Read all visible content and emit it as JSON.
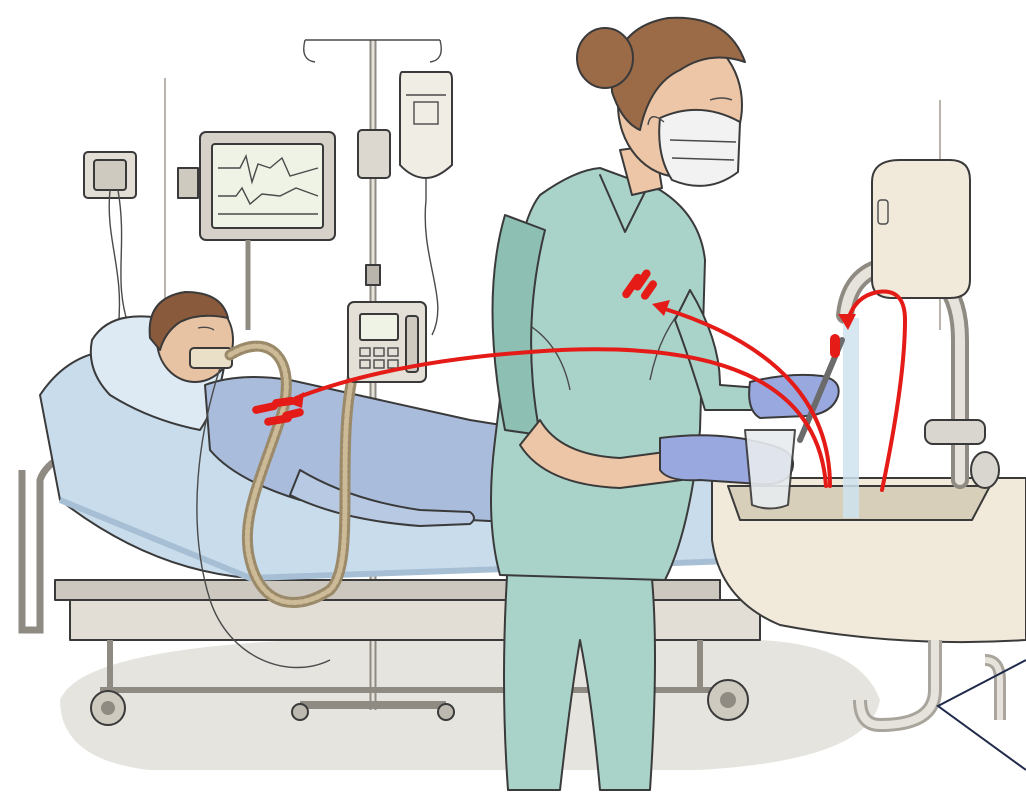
{
  "scene": {
    "colors": {
      "background": "#ffffff",
      "floor_shadow": "#e6e4df",
      "wall_line": "#b9b5ad",
      "metal": "#d9d6cf",
      "metal_dark": "#a9a59d",
      "bed_sheet": "#c8dcec",
      "pillow": "#dde9f3",
      "patient_gown": "#a9bcdc",
      "patient_skin": "#e8c3a3",
      "patient_hair": "#8a5a3c",
      "scrubs": "#a9d3c9",
      "scrubs_shade": "#8dbfb3",
      "nurse_skin": "#ecc6a6",
      "nurse_hair": "#9b6a47",
      "mask": "#f2f2f2",
      "gloves": "#9aa8e0",
      "sink": "#f1eadb",
      "sink_shade": "#d8cfbb",
      "water": "#cfe3ee",
      "monitor_screen": "#eef3e6",
      "contamination_red": "#e41b17",
      "callout_line": "#1f2a4a"
    },
    "icons": [
      "bacteria-cluster-patient",
      "bacteria-cluster-nurse",
      "bacteria-single-faucet",
      "transmission-arrows"
    ]
  }
}
